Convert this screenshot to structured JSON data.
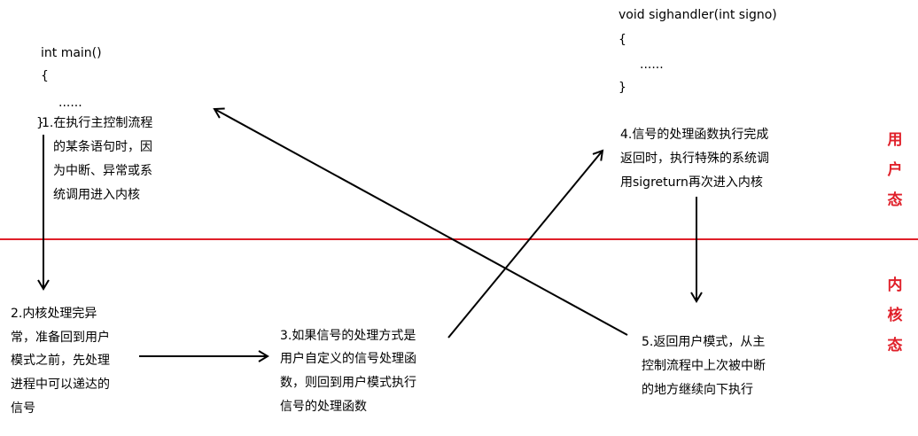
{
  "main_code": [
    "int main()",
    "{",
    "......",
    "}"
  ],
  "handler_code": [
    "void sighandler(int signo)",
    "{",
    "......",
    "}"
  ],
  "steps": {
    "step1": [
      "1.在执行主控制流程",
      "的某条语句时，因",
      "为中断、异常或系",
      "统调用进入内核"
    ],
    "step2": [
      "2.内核处理完异",
      "常，准备回到用户",
      "模式之前，先处理",
      "进程中可以递达的",
      "信号"
    ],
    "step3": [
      "3.如果信号的处理方式是",
      "用户自定义的信号处理函",
      "数，则回到用户模式执行",
      "信号的处理函数"
    ],
    "step4": [
      "4.信号的处理函数执行完成",
      "返回时，执行特殊的系统调",
      "用sigreturn再次进入内核"
    ],
    "step5": [
      "5.返回用户模式，从主",
      "控制流程中上次被中断",
      "的地方继续向下执行"
    ]
  },
  "zones": {
    "user": [
      "用",
      "户",
      "态"
    ],
    "kernel": [
      "内",
      "核",
      "态"
    ]
  },
  "colors": {
    "divider": "#e0202a",
    "zone_label": "#e0202a",
    "arrow": "#000000"
  }
}
